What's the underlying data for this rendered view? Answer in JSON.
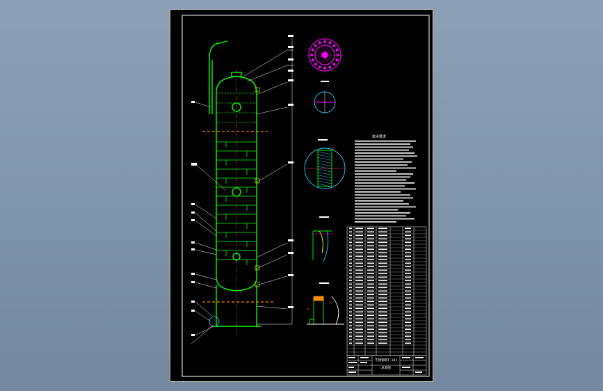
{
  "viewer": {
    "background_color": "#8597ae"
  },
  "drawing": {
    "sheet_color": "#000000",
    "line_colors": {
      "frame": "#ffffff",
      "vessel": "#00ff00",
      "center_line": "#ff3b3b",
      "dims": "#ffffff",
      "details": "#33ccff",
      "nozzle": "#ff00ff",
      "section": "#ff8c00"
    },
    "notes_title": "技术要求",
    "title_block": {
      "drawing_name": "不锈钢塔T-101",
      "sub_name": "总装图"
    },
    "detail_labels": [
      "A",
      "B",
      "C",
      "D"
    ]
  }
}
